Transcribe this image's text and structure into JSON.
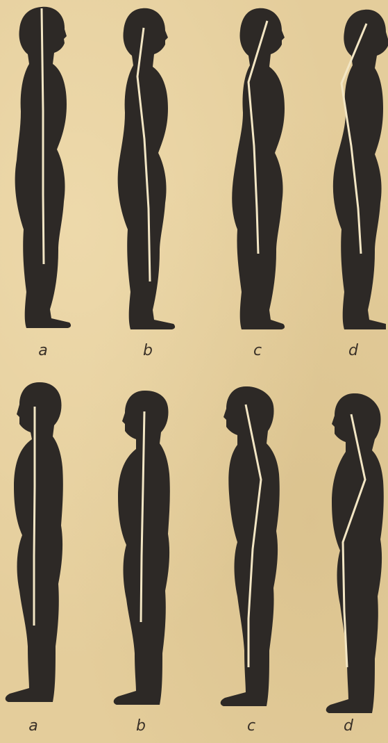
{
  "colors": {
    "paper": "#e4cd9b",
    "silhouette": "#2d2926",
    "posture_line": "#f3e6c4",
    "label_ink": "#3a3128"
  },
  "rows": [
    {
      "row": "top",
      "figures": [
        {
          "label": "a",
          "subject": "female-profile-silhouette"
        },
        {
          "label": "b",
          "subject": "female-profile-silhouette"
        },
        {
          "label": "c",
          "subject": "female-profile-silhouette"
        },
        {
          "label": "d",
          "subject": "female-profile-silhouette"
        }
      ]
    },
    {
      "row": "bottom",
      "figures": [
        {
          "label": "a",
          "subject": "male-profile-silhouette"
        },
        {
          "label": "b",
          "subject": "male-profile-silhouette"
        },
        {
          "label": "c",
          "subject": "male-profile-silhouette"
        },
        {
          "label": "d",
          "subject": "male-profile-silhouette"
        }
      ]
    }
  ]
}
